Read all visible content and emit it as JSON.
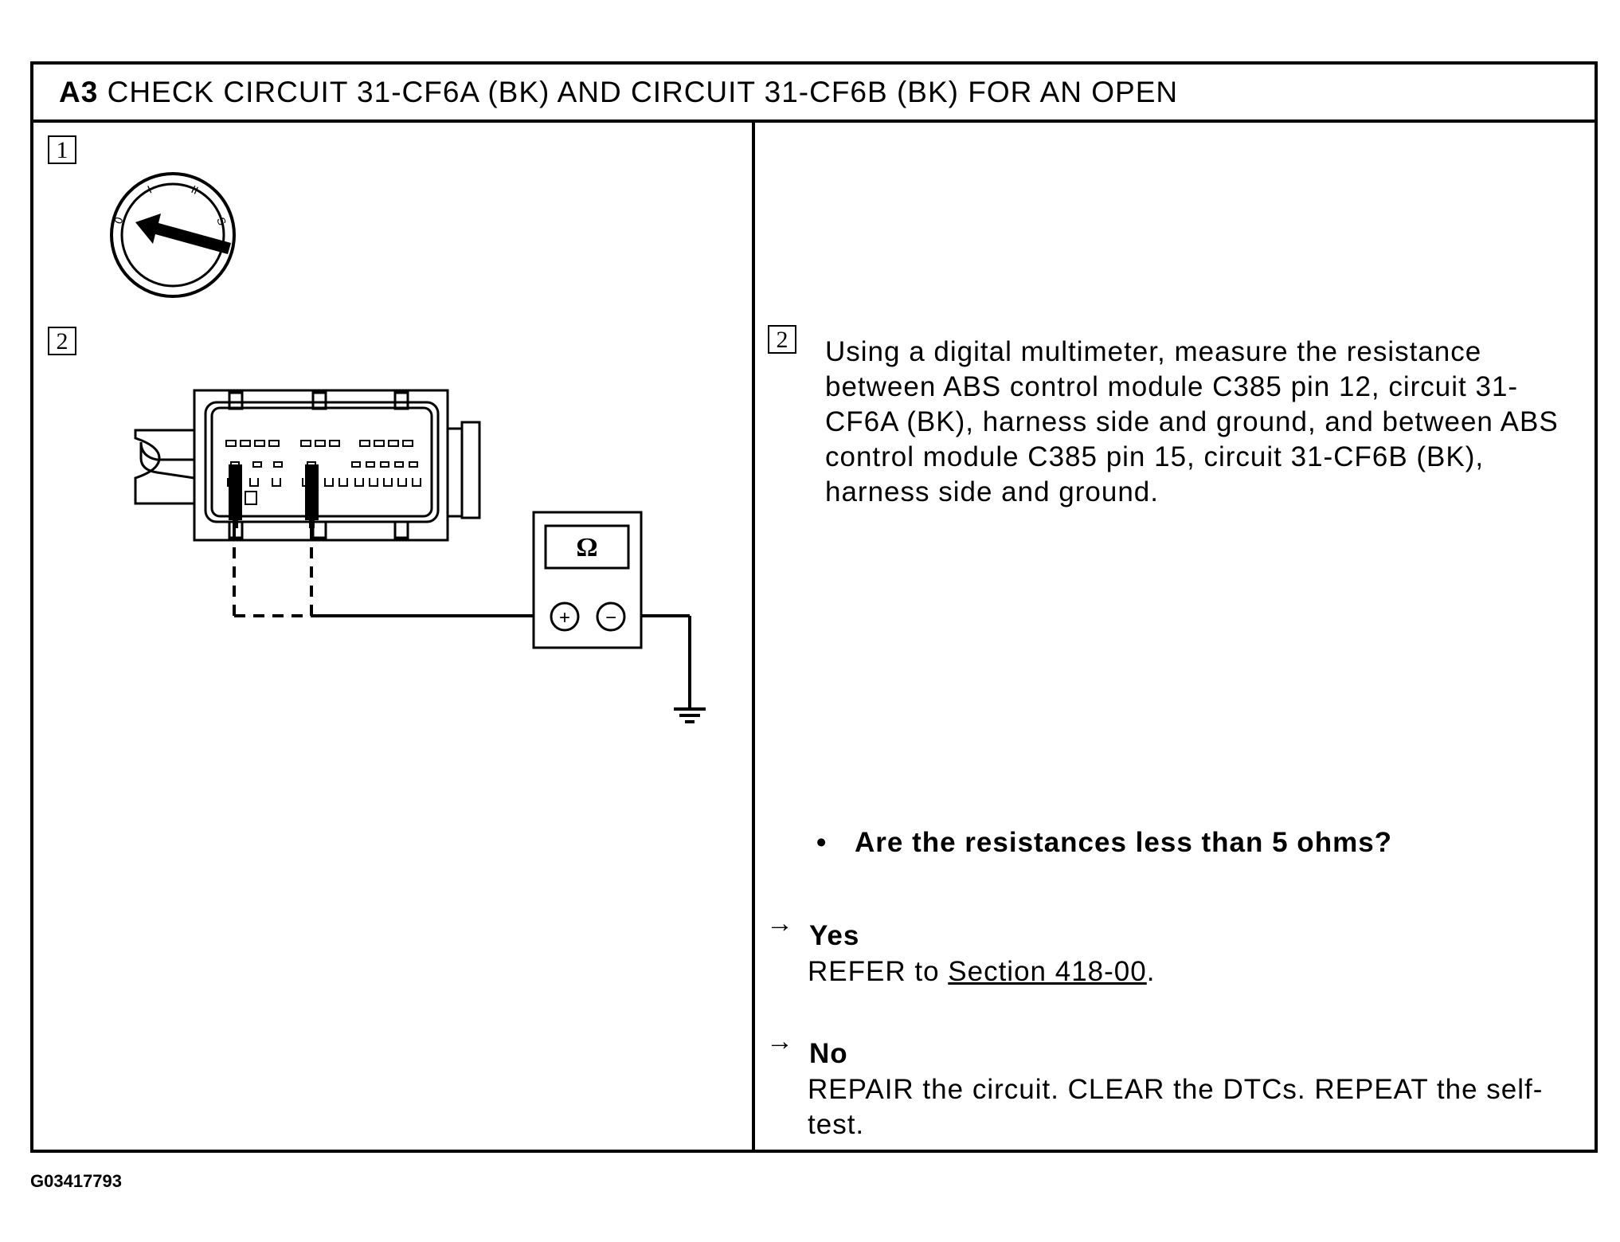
{
  "procedure": {
    "step_code": "A3",
    "title": "CHECK CIRCUIT 31-CF6A (BK) AND CIRCUIT 31-CF6B (BK) FOR AN OPEN"
  },
  "figure": {
    "step1_number": "1",
    "step2_number": "2",
    "ignition_positions": [
      "0",
      "I",
      "II",
      "S"
    ],
    "meter_symbol": "Ω",
    "probe_plus": "+",
    "probe_minus": "−"
  },
  "instructions": {
    "step2_number": "2",
    "step2_text": "Using a digital multimeter, measure the resistance between ABS control module C385 pin 12, circuit 31-CF6A (BK), harness side and ground, and between ABS control module C385 pin 15, circuit 31-CF6B (BK), harness side and ground.",
    "question_bullet": "•",
    "question": "Are the resistances less than 5 ohms?"
  },
  "answers": {
    "arrow_symbol": "→",
    "yes": {
      "label": "Yes",
      "prefix": "REFER to ",
      "link_text": "Section 418-00",
      "suffix": "."
    },
    "no": {
      "label": "No",
      "text": "REPAIR the circuit. CLEAR the DTCs. REPEAT the self-test."
    }
  },
  "figure_id": "G03417793"
}
